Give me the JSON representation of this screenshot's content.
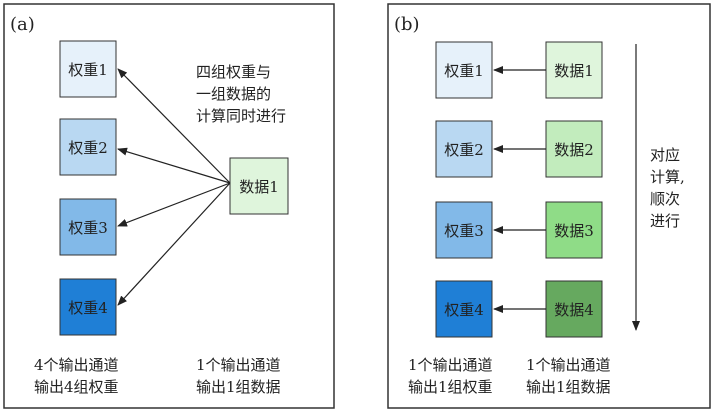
{
  "panel_a": {
    "label": "(a)",
    "weights": [
      {
        "label": "权重1",
        "fill": "#e6f1fa"
      },
      {
        "label": "权重2",
        "fill": "#b9d8f2"
      },
      {
        "label": "权重3",
        "fill": "#82b9e8"
      },
      {
        "label": "权重4",
        "fill": "#1f7fd6"
      }
    ],
    "data": {
      "label": "数据1",
      "fill": "#dff5dc"
    },
    "note": [
      "四组权重与",
      "一组数据的",
      "计算同时进行"
    ],
    "caption_left": [
      "4个输出通道",
      "输出4组权重"
    ],
    "caption_right": [
      "1个输出通道",
      "输出1组数据"
    ]
  },
  "panel_b": {
    "label": "(b)",
    "weights": [
      {
        "label": "权重1",
        "fill": "#e6f1fa"
      },
      {
        "label": "权重2",
        "fill": "#b9d8f2"
      },
      {
        "label": "权重3",
        "fill": "#82b9e8"
      },
      {
        "label": "权重4",
        "fill": "#1f7fd6"
      }
    ],
    "data": [
      {
        "label": "数据1",
        "fill": "#dff5dc"
      },
      {
        "label": "数据2",
        "fill": "#c2ecbd"
      },
      {
        "label": "数据3",
        "fill": "#8fdc87"
      },
      {
        "label": "数据4",
        "fill": "#66a95f"
      }
    ],
    "note": [
      "对应",
      "计算,",
      "顺次",
      "进行"
    ],
    "caption_left": [
      "1个输出通道",
      "输出1组权重"
    ],
    "caption_right": [
      "1个输出通道",
      "输出1组数据"
    ]
  }
}
